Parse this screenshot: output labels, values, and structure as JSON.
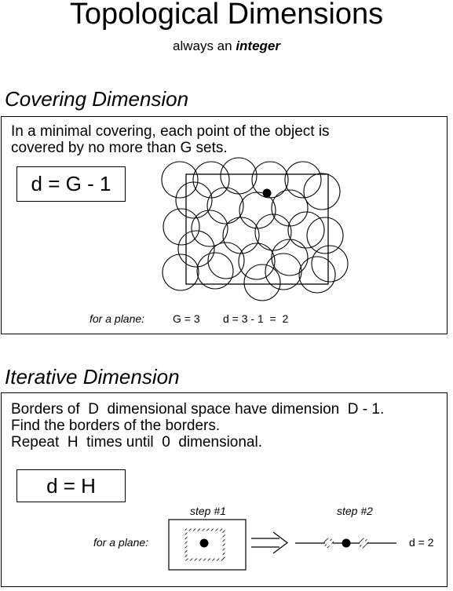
{
  "title": "Topological Dimensions",
  "subtitle": {
    "prefix": "always an ",
    "emphasis": "integer"
  },
  "covering": {
    "heading": "Covering Dimension",
    "description_line1": "In a minimal covering, each point of the object is",
    "description_line2": "covered by no more than G sets.",
    "formula": "d = G - 1",
    "example_label": "for a plane:",
    "example_g": "G = 3",
    "example_d": "d = 3 - 1  =  2"
  },
  "iterative": {
    "heading": "Iterative Dimension",
    "line1": "Borders of  D  dimensional space have dimension  D - 1.",
    "line2": "Find the borders of the borders.",
    "line3": "Repeat  H  times until  0  dimensional.",
    "formula": "d = H",
    "step1_label": "step #1",
    "step2_label": "step #2",
    "example_label": "for a plane:",
    "result": "d = 2"
  }
}
